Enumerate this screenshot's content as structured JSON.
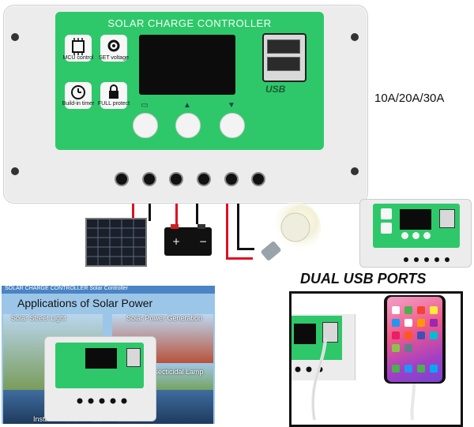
{
  "controller": {
    "title": "SOLAR CHARGE CONTROLLER",
    "mcu_label": "MCU control",
    "set_label": "SET voltage",
    "timer_label": "Build-in timer",
    "protect_label": "FULL protect",
    "usb_label": "USB"
  },
  "rating": "10A/20A/30A",
  "dual_usb": {
    "heading": "DUAL USB PORTS"
  },
  "applications": {
    "header": "SOLAR CHARGE CONTROLLER Solar Controller",
    "title": "Applications of Solar Power",
    "captions": [
      "Solar Street Light",
      "Solar Power Generation",
      "Insecticidal Lamp",
      "Installation of Solar Panels"
    ]
  },
  "icons": [
    "chip-icon",
    "gear-icon",
    "clock-icon",
    "lock-icon",
    "battery-icon",
    "triangle-up-icon",
    "triangle-down-icon",
    "solar-panel-icon",
    "battery-pack-icon",
    "light-bulb-icon",
    "smartphone-icon"
  ],
  "colors": {
    "face_green": "#2ec86a",
    "body_gray": "#ececec",
    "wire_red": "#d12",
    "lcd_black": "#0c0c0c"
  }
}
